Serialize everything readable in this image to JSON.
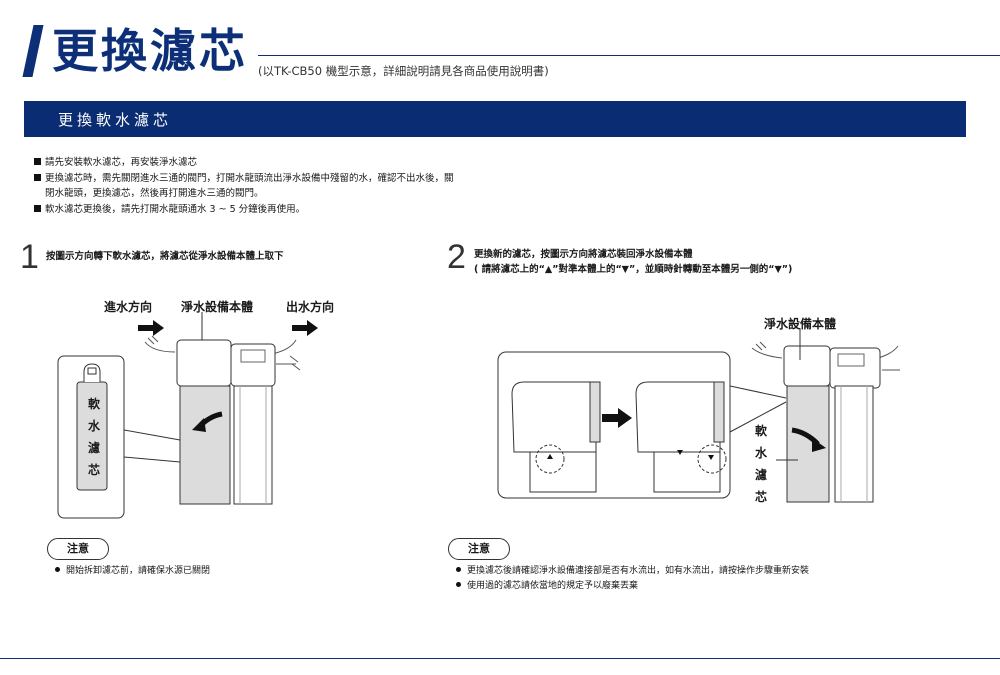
{
  "header": {
    "title": "更換濾芯",
    "subtitle": "(以TK-CB50 機型示意，詳細說明請見各商品使用說明書)"
  },
  "section": {
    "title": "更換軟水濾芯"
  },
  "notes": [
    "請先安裝軟水濾芯，再安裝淨水濾芯",
    "更換濾芯時，需先關閉進水三通的閥門，打開水龍頭流出淨水設備中殘留的水，確認不出水後，關",
    "閉水龍頭，更換濾芯，然後再打開進水三通的閥門。",
    "軟水濾芯更換後，請先打開水龍頭通水 3 ~ 5 分鐘後再使用。"
  ],
  "step1": {
    "number": "1",
    "text": "按圖示方向轉下軟水濾芯，將濾芯從淨水設備本體上取下",
    "labels": {
      "inlet": "進水方向",
      "body": "淨水設備本體",
      "outlet": "出水方向"
    },
    "cartridge_label": [
      "軟",
      "水",
      "濾",
      "芯"
    ],
    "caution_title": "注意",
    "cautions": [
      "開始拆卸濾芯前，請確保水源已關閉"
    ]
  },
  "step2": {
    "number": "2",
    "text_line1": "更換新的濾芯，按圖示方向將濾芯裝回淨水設備本體",
    "text_line2": "( 請將濾芯上的“▲”對準本體上的“▼”，並順時針轉動至本體另一側的“▼”)",
    "labels": {
      "body": "淨水設備本體"
    },
    "cartridge_label": [
      "軟",
      "水",
      "濾",
      "芯"
    ],
    "caution_title": "注意",
    "cautions": [
      "更換濾芯後請確認淨水設備連接部是否有水流出，如有水流出，請按操作步驟重新安裝",
      "使用過的濾芯請依當地的規定予以廢棄丟棄"
    ]
  },
  "colors": {
    "brand": "#0c2f78",
    "section_bg": "#0a2c73"
  }
}
